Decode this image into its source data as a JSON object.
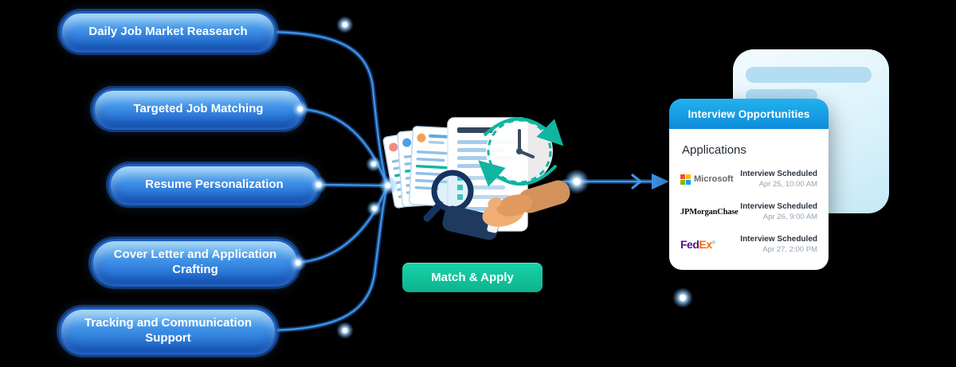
{
  "pills": [
    {
      "label": "Daily Job Market Reasearch"
    },
    {
      "label": "Targeted Job Matching"
    },
    {
      "label": "Resume Personalization"
    },
    {
      "label": "Cover Letter and Application Crafting"
    },
    {
      "label": "Tracking and Communication Support"
    }
  ],
  "match_button": {
    "label": "Match & Apply"
  },
  "interview_card": {
    "header": "Interview Opportunities",
    "title": "Applications",
    "rows": [
      {
        "company": "Microsoft",
        "status": "Interview Scheduled",
        "datetime": "Apr 25, 10:00 AM"
      },
      {
        "company": "JPMorganChase",
        "status": "Interview Scheduled",
        "datetime": "Apr 26, 9:00 AM"
      },
      {
        "company": "FedEx",
        "parts": [
          "Fed",
          "Ex"
        ],
        "reg": "®",
        "status": "Interview Scheduled",
        "datetime": "Apr 27, 2:00 PM"
      }
    ]
  },
  "icons": {
    "illustration": "resume-documents-clock-magnifier-handshake",
    "microsoft_logo_colors": [
      "#f25022",
      "#7fba00",
      "#00a4ef",
      "#ffb900"
    ]
  },
  "colors": {
    "background": "#000000",
    "pill_blue_light": "#85c9f4",
    "pill_blue_dark": "#1a63cd",
    "connector_blue": "#3d93ea",
    "button_teal": "#12c9a2",
    "card_header_blue": "#14a3e4",
    "backdrop_blue": "#d6f0fa",
    "clock_teal": "#10b5a2",
    "fedex_purple": "#4d148c",
    "fedex_orange": "#ff6600",
    "jpmorgan_black": "#0d0d0d"
  }
}
